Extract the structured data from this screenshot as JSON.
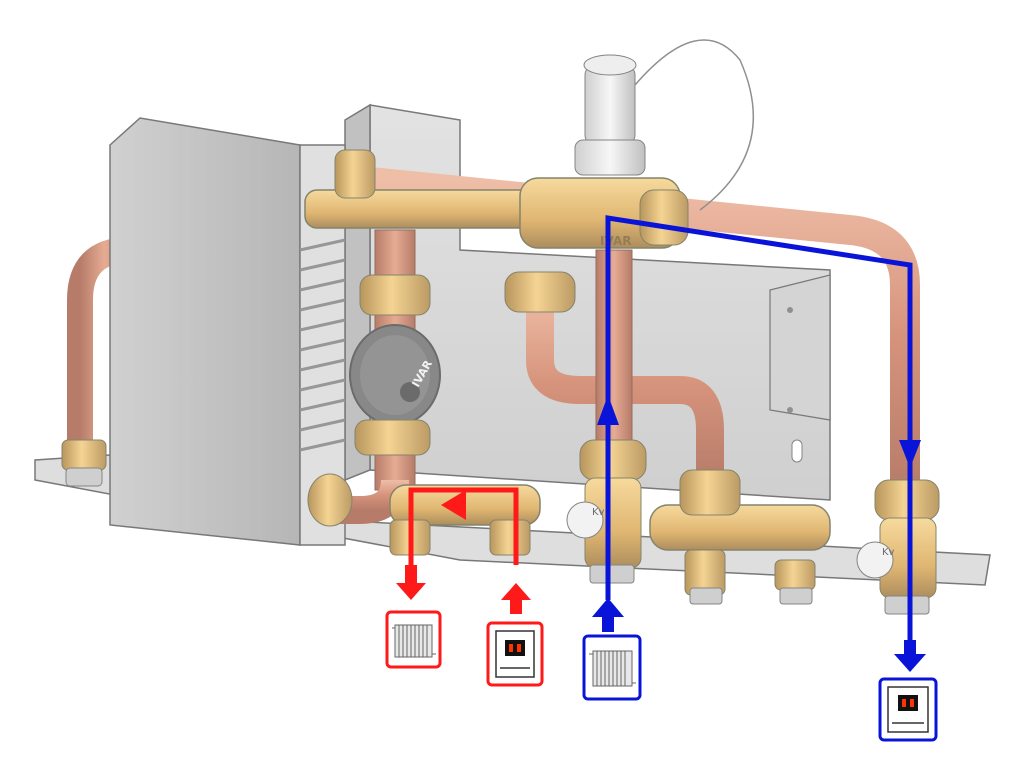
{
  "diagram": {
    "labels": {
      "pump_brand": "IVAR",
      "valve_brand": "IVAR",
      "kv_left": "Kv",
      "kv_right": "Kv"
    },
    "colors": {
      "hot_circuit": "#ff1a1a",
      "cold_circuit": "#0a14d8",
      "copper": "#c76a4a",
      "brass": "#d9a040",
      "steel_plate": "#c9c9c9",
      "exchanger": "#a9a9a9",
      "pump_head": "#555555"
    },
    "icons": [
      "radiator-icon",
      "boiler-icon",
      "radiator-icon",
      "boiler-icon"
    ],
    "flow_arrows": [
      "down",
      "up",
      "up",
      "down"
    ]
  }
}
